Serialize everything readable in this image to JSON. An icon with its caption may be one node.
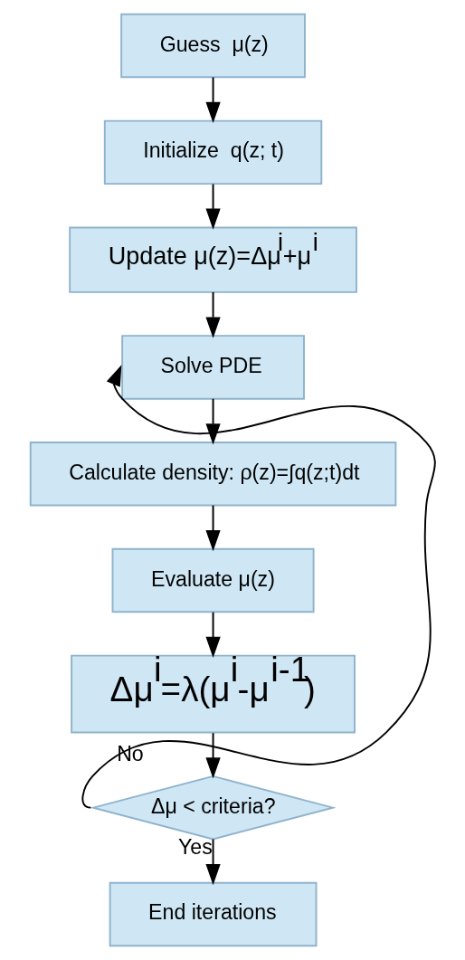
{
  "diagram": {
    "nodes": [
      {
        "text": [
          "Guess  μ(z)"
        ]
      },
      {
        "text": [
          "Initialize  q(z; t)"
        ]
      },
      {
        "text": [
          "Update μ(z)=Δμ$^{i}$+μ$^{i}$"
        ]
      },
      {
        "text": [
          "Solve PDE"
        ]
      },
      {
        "text": [
          "Calculate density: ρ(z)=∫q(z;t)dt"
        ]
      },
      {
        "text": [
          "Evaluate μ(z)"
        ]
      },
      {
        "text": [
          "Δμ$^{i}$=λ(μ$^{i}$-μ$^{i-1}$)"
        ]
      },
      {
        "text": [
          "Δμ < criteria?"
        ]
      },
      {
        "text": [
          "End iterations"
        ]
      }
    ],
    "edges": [
      {
        "from": 0,
        "to": 1,
        "arrow": "to"
      },
      {
        "from": 1,
        "to": 2,
        "arrow": "to"
      },
      {
        "from": 2,
        "to": 3,
        "arrow": "to"
      },
      {
        "from": 3,
        "to": 4,
        "arrow": "to"
      },
      {
        "from": 4,
        "to": 5,
        "arrow": "to"
      },
      {
        "from": 5,
        "to": 6,
        "arrow": "to"
      },
      {
        "from": 6,
        "to": 7,
        "arrow": "to"
      },
      {
        "from": 7,
        "to": 8,
        "arrow": "to",
        "label": "Yes"
      },
      {
        "from": 7,
        "to": 3,
        "arrow": "to",
        "label": "No"
      }
    ]
  }
}
